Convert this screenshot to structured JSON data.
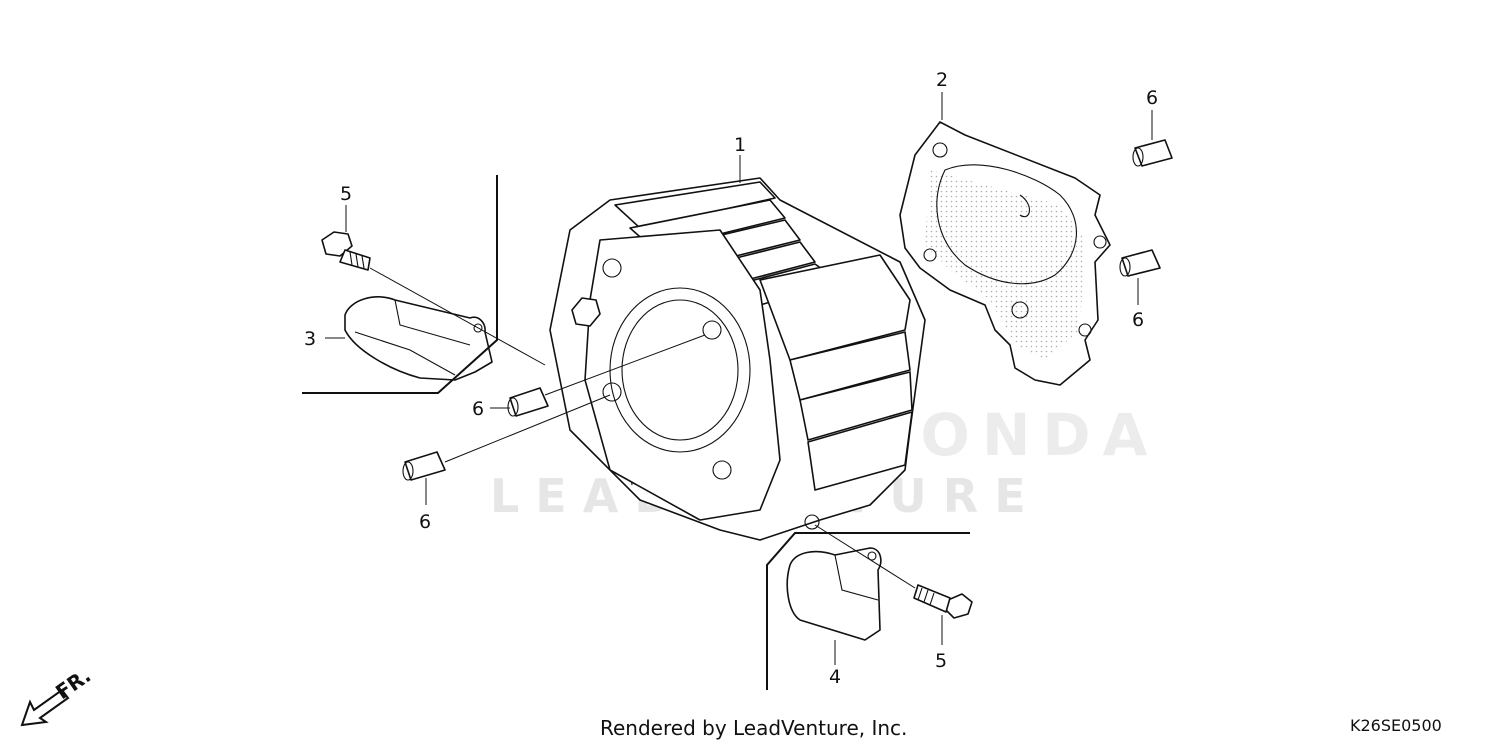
{
  "watermark": {
    "wordmark": "LEADVENTURE",
    "brand": "HONDA"
  },
  "callouts": {
    "cylinder": "1",
    "gasket": "2",
    "guard_left": "3",
    "guard_right": "4",
    "bolt_left": "5",
    "bolt_right": "5",
    "pin_top_upper": "6",
    "pin_top_lower": "6",
    "pin_mid": "6",
    "pin_low": "6"
  },
  "direction_label": "FR.",
  "footer": {
    "credit": "Rendered by LeadVenture, Inc.",
    "code": "K26SE0500"
  }
}
